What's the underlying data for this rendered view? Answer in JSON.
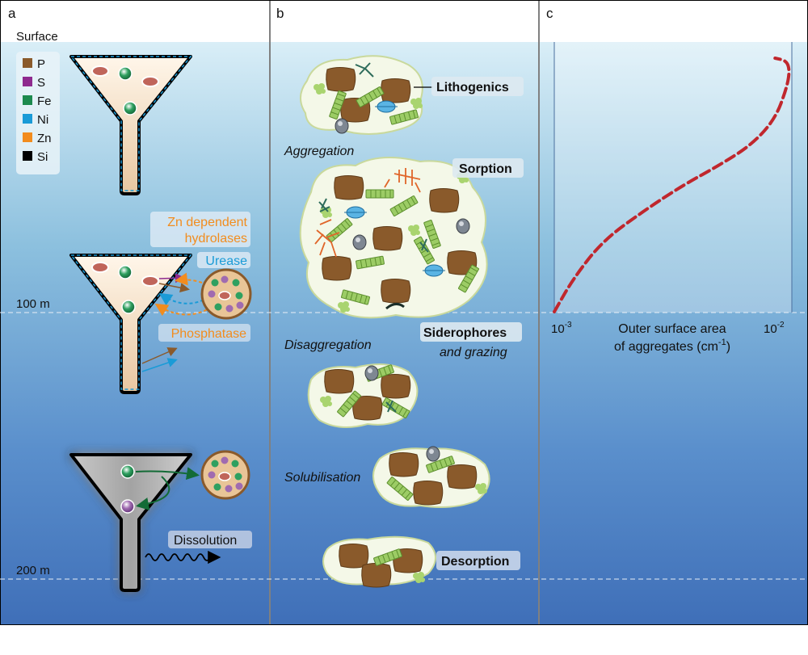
{
  "panels": {
    "a": {
      "letter": "a",
      "surface_label": "Surface",
      "legend": [
        {
          "label": "P",
          "color": "#8a5a2b"
        },
        {
          "label": "S",
          "color": "#8e2a8e"
        },
        {
          "label": "Fe",
          "color": "#1d8a4e"
        },
        {
          "label": "Ni",
          "color": "#1a9bd7"
        },
        {
          "label": "Zn",
          "color": "#f28c1e"
        },
        {
          "label": "Si",
          "color": "#000000"
        }
      ],
      "depth_labels": [
        "100 m",
        "200 m"
      ],
      "labels": {
        "zn_hydrolases_line1": "Zn dependent",
        "zn_hydrolases_line2": "hydrolases",
        "urease": "Urease",
        "phosphatase": "Phosphatase",
        "dissolution": "Dissolution"
      }
    },
    "b": {
      "letter": "b",
      "labels": {
        "lithogenics": "Lithogenics",
        "aggregation": "Aggregation",
        "sorption": "Sorption",
        "siderophores": "Siderophores",
        "and_grazing": "and grazing",
        "disaggregation": "Disaggregation",
        "solubilisation": "Solubilisation",
        "desorption": "Desorption"
      }
    },
    "c": {
      "letter": "c",
      "x_tick_min_base": "10",
      "x_tick_min_exp": "-3",
      "x_tick_max_base": "10",
      "x_tick_max_exp": "-2",
      "xlabel_line1": "Outer surface area",
      "xlabel_line2_pre": "of aggregates (cm",
      "xlabel_line2_exp": "-1",
      "xlabel_line2_post": ")"
    }
  },
  "colors": {
    "curve": "#c0272d",
    "hydrolase_text": "#f28c1e",
    "urease_text": "#1a9bd7",
    "phosphatase_text": "#f28c1e",
    "aggregate_fill": "#f4f8e8",
    "lithogenic": "#8a5a2b",
    "diatom": "#9ccc65"
  },
  "chart_data": {
    "type": "line",
    "xscale": "log",
    "xlim": [
      0.001,
      0.01
    ],
    "x_tick_labels": [
      "10-3",
      "10-2"
    ],
    "series": [
      {
        "x": [
          0.001,
          0.0012,
          0.0016,
          0.0024,
          0.0035,
          0.005,
          0.0068,
          0.0085,
          0.0095,
          0.0098,
          0.0095,
          0.0085
        ],
        "y_rel": [
          1.0,
          0.87,
          0.72,
          0.6,
          0.5,
          0.42,
          0.34,
          0.24,
          0.12,
          0.05,
          0.01,
          0.0
        ]
      }
    ]
  }
}
